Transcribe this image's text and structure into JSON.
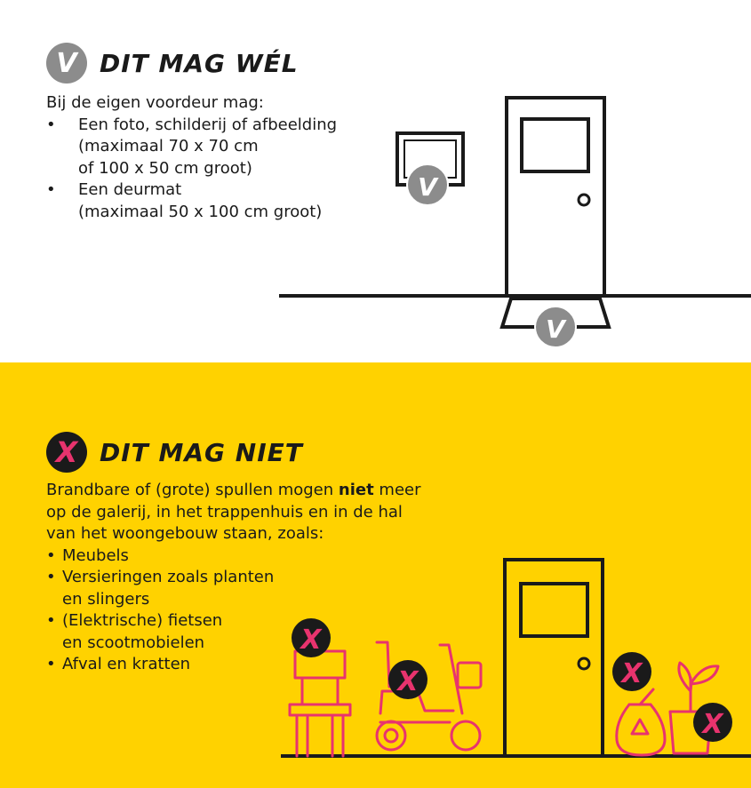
{
  "allowed": {
    "badge_symbol": "V",
    "title": "DIT MAG WÉL",
    "intro": "Bij de eigen voordeur mag:",
    "items": [
      {
        "bullet": "•",
        "lines": [
          "Een foto, schilderij of afbeelding",
          "(maximaal 70 x 70 cm",
          "of 100 x 50 cm groot)"
        ]
      },
      {
        "bullet": "•",
        "lines": [
          "Een deurmat",
          "(maximaal 50 x 100 cm groot)"
        ]
      }
    ],
    "check_symbol": "V"
  },
  "forbidden": {
    "badge_symbol": "X",
    "title": "DIT MAG NIET",
    "intro_before": "Brandbare of (grote) spullen mogen ",
    "intro_bold": "niet",
    "intro_after": " meer",
    "intro_line2": "op de galerij, in het trappenhuis en in de hal",
    "intro_line3": "van het woongebouw staan, zoals:",
    "items": [
      {
        "bullet": "•",
        "lines": [
          "Meubels"
        ]
      },
      {
        "bullet": "•",
        "lines": [
          "Versieringen zoals planten",
          "en slingers"
        ]
      },
      {
        "bullet": "•",
        "lines": [
          "(Elektrische) fietsen",
          "en scootmobielen"
        ]
      },
      {
        "bullet": "•",
        "lines": [
          "Afval en kratten"
        ]
      }
    ],
    "x_symbol": "X"
  },
  "colors": {
    "yellow": "#FFD200",
    "grey": "#8c8c8c",
    "pink": "#E8336E",
    "ink": "#1a1a1a"
  }
}
